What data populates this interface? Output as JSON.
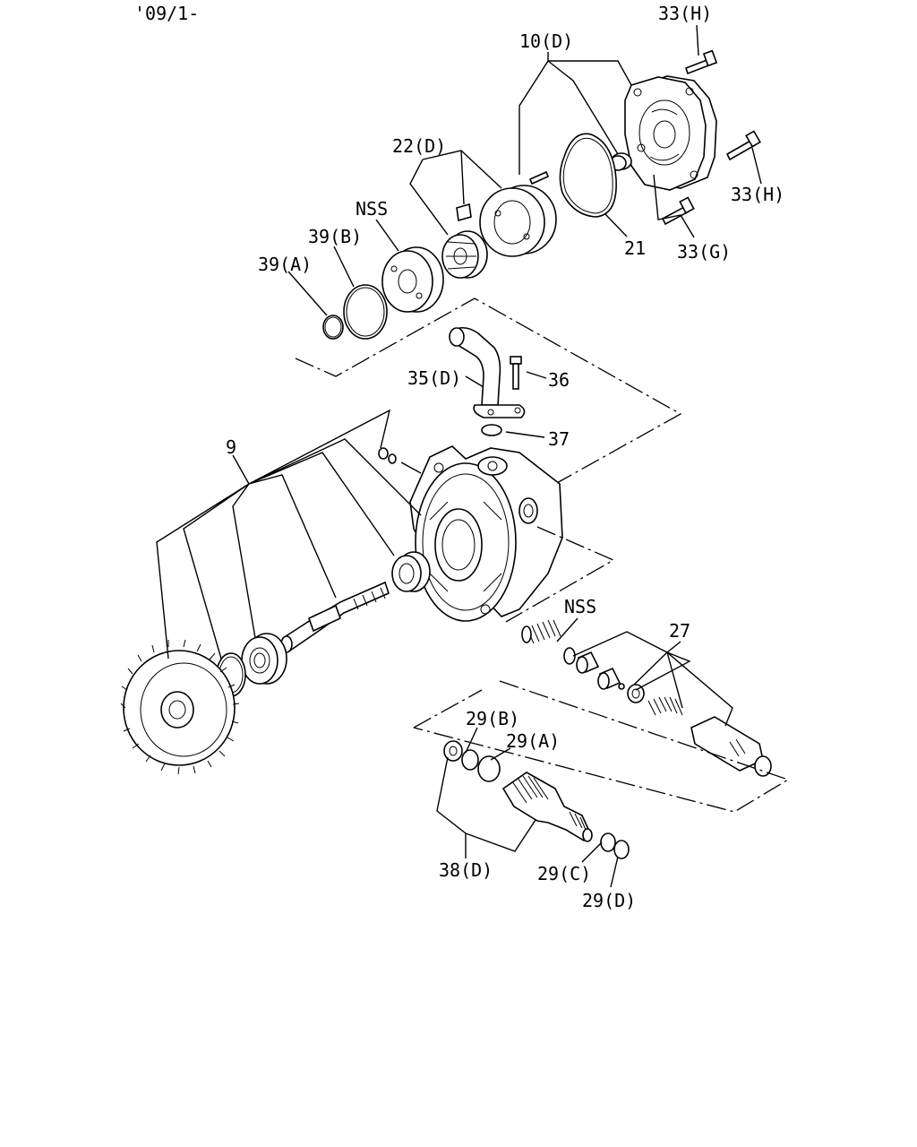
{
  "header": {
    "date_code": "'09/1-"
  },
  "callouts": {
    "c33h_top": "33(H)",
    "c10d": "10(D)",
    "c22d": "22(D)",
    "c_nss_top": "NSS",
    "c39b": "39(B)",
    "c39a": "39(A)",
    "c33h_right": "33(H)",
    "c21": "21",
    "c33g": "33(G)",
    "c35d": "35(D)",
    "c36": "36",
    "c37": "37",
    "c9": "9",
    "c_nss_mid": "NSS",
    "c27": "27",
    "c29b": "29(B)",
    "c29a": "29(A)",
    "c38d": "38(D)",
    "c29c": "29(C)",
    "c29d": "29(D)"
  }
}
